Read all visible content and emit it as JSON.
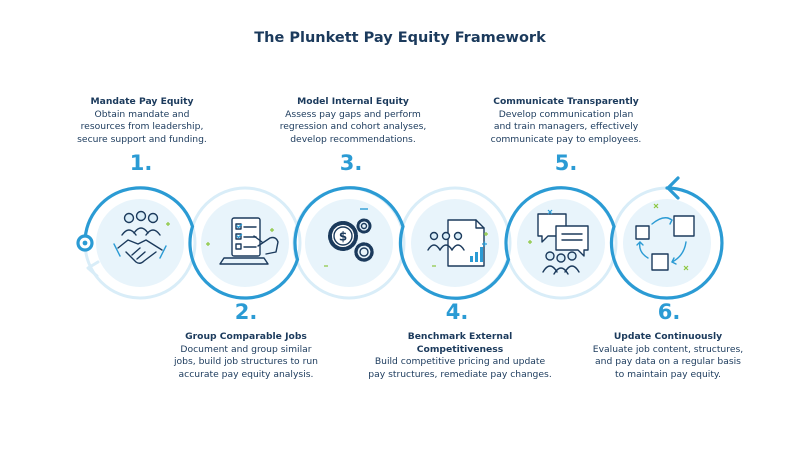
{
  "title": "The Plunkett Pay Equity Framework",
  "colors": {
    "accent": "#2b9bd4",
    "navy": "#1b3a5c",
    "light": "#d9edf8",
    "green": "#8cc63f"
  },
  "steps": [
    {
      "number": "1.",
      "heading": "Mandate Pay Equity",
      "lines": [
        "Obtain mandate and",
        "resources from leadership,",
        "secure support and funding."
      ],
      "icon": "handshake-team-icon"
    },
    {
      "number": "2.",
      "heading": "Group Comparable Jobs",
      "lines": [
        "Document and group similar",
        "jobs, build job structures to run",
        "accurate pay equity analysis."
      ],
      "icon": "checklist-laptop-icon"
    },
    {
      "number": "3.",
      "heading": "Model Internal Equity",
      "lines": [
        "Assess pay gaps and perform",
        "regression and cohort analyses,",
        "develop recommendations."
      ],
      "icon": "gears-dollar-icon"
    },
    {
      "number": "4.",
      "heading": "Benchmark External",
      "heading2": "Competitiveness",
      "lines": [
        "Build competitive pricing and update",
        "pay structures, remediate pay changes."
      ],
      "icon": "document-chart-people-icon"
    },
    {
      "number": "5.",
      "heading": "Communicate Transparently",
      "lines": [
        "Develop communication plan",
        "and train managers, effectively",
        "communicate pay to employees."
      ],
      "icon": "speech-bubbles-people-icon"
    },
    {
      "number": "6.",
      "heading": "Update Continuously",
      "lines": [
        "Evaluate job content, structures,",
        "and pay data on a regular basis",
        "to maintain pay equity."
      ],
      "icon": "cycle-squares-icon"
    }
  ]
}
